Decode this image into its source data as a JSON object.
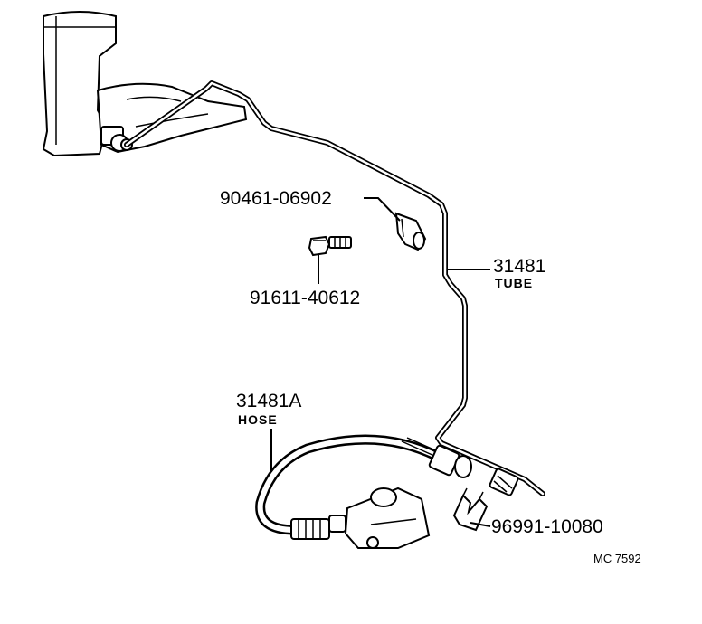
{
  "labels": {
    "clamp_part_no": "90461-06902",
    "bolt_part_no": "91611-40612",
    "tube_part_no": "31481",
    "tube_name": "TUBE",
    "hose_part_no": "31481A",
    "hose_name": "HOSE",
    "clip_part_no": "96991-10080",
    "diagram_ref": "MC 7592"
  }
}
